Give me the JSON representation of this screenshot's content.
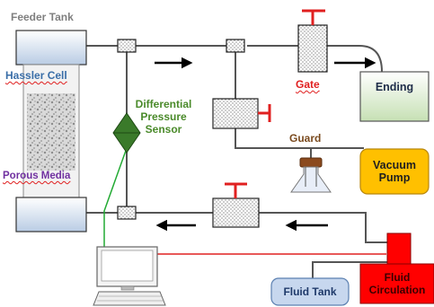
{
  "labels": {
    "feeder_tank": "Feeder Tank",
    "hassler_cell": "Hassler Cell",
    "porous_media": "Porous Media",
    "differential_pressure_sensor": [
      "Differential",
      "Pressure",
      "Sensor"
    ],
    "gate": "Gate",
    "ending": "Ending",
    "guard": "Guard",
    "vacuum_pump": [
      "Vacuum",
      "Pump"
    ],
    "fluid_tank": "Fluid Tank",
    "fluid_circulation": [
      "Fluid",
      "Circulation"
    ]
  },
  "colors": {
    "pipe": "#555555",
    "sensor_green": "#3a7a2a",
    "label_green": "#4a8a2a",
    "gate_red": "#e02020",
    "hassler_blue": "#3a6ea8",
    "porous_purple": "#7030a0",
    "feeder_gray": "#7f7f7f",
    "ending_green_box": "#d8ecd0",
    "vacuum_yellow": "#ffc000",
    "fluid_tank_blue": "#c7d7ee",
    "circulation_red": "#ff0000"
  }
}
